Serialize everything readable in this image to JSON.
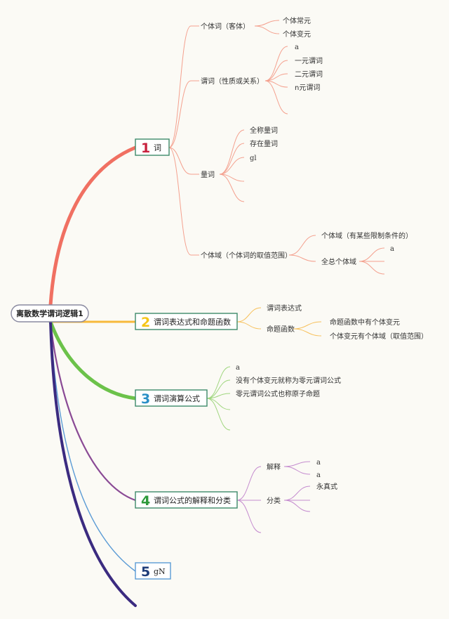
{
  "root": {
    "label": "离散数学谓词逻辑1"
  },
  "topics": [
    {
      "number": "1",
      "number_color": "#c8213e",
      "branch_color": "#f07062",
      "label": "词",
      "children": [
        {
          "label": "个体词（客体）",
          "children": [
            {
              "label": "个体常元"
            },
            {
              "label": "个体变元"
            }
          ]
        },
        {
          "label": "谓词（性质或关系）",
          "children": [
            {
              "label": "a"
            },
            {
              "label": "一元谓词"
            },
            {
              "label": "二元谓词"
            },
            {
              "label": "n元谓词"
            },
            {
              "label": ""
            }
          ]
        },
        {
          "label": "量词",
          "children": [
            {
              "label": "全称量词"
            },
            {
              "label": "存在量词"
            },
            {
              "label": "gl"
            },
            {
              "label": ""
            },
            {
              "label": ""
            }
          ]
        },
        {
          "label": "个体域（个体词的取值范围）",
          "children": [
            {
              "label": "个体域（有某些限制条件的）"
            },
            {
              "label": "全总个体域",
              "children": [
                {
                  "label": "a"
                },
                {
                  "label": ""
                },
                {
                  "label": ""
                }
              ]
            }
          ]
        }
      ]
    },
    {
      "number": "2",
      "number_color": "#f5c518",
      "branch_color": "#f7b93a",
      "label": "谓词表达式和命题函数",
      "children": [
        {
          "label": "谓词表达式"
        },
        {
          "label": "命题函数",
          "children": [
            {
              "label": "命题函数中有个体变元"
            },
            {
              "label": "个体变元有个体域（取值范围）"
            }
          ]
        }
      ]
    },
    {
      "number": "3",
      "number_color": "#2a8fc6",
      "branch_color": "#6cc24a",
      "label": "谓词演算公式",
      "children": [
        {
          "label": "a"
        },
        {
          "label": "没有个体变元就称为零元谓词公式"
        },
        {
          "label": "零元谓词公式也称原子命题"
        },
        {
          "label": ""
        },
        {
          "label": ""
        }
      ]
    },
    {
      "number": "4",
      "number_color": "#2e9a3b",
      "branch_color": "#8a4a95",
      "label": "谓词公式的解释和分类",
      "children": [
        {
          "label": "解释",
          "children": [
            {
              "label": "a"
            },
            {
              "label": "a"
            }
          ]
        },
        {
          "label": "分类",
          "children": [
            {
              "label": "永真式"
            },
            {
              "label": ""
            },
            {
              "label": ""
            }
          ]
        },
        {
          "label": ""
        }
      ]
    },
    {
      "number": "5",
      "number_color": "#1f3d7a",
      "branch_color": "#5b9bd5",
      "label": "gN",
      "children": []
    }
  ],
  "extra_branch_color": "#3b2b80",
  "text_color": "#333333"
}
